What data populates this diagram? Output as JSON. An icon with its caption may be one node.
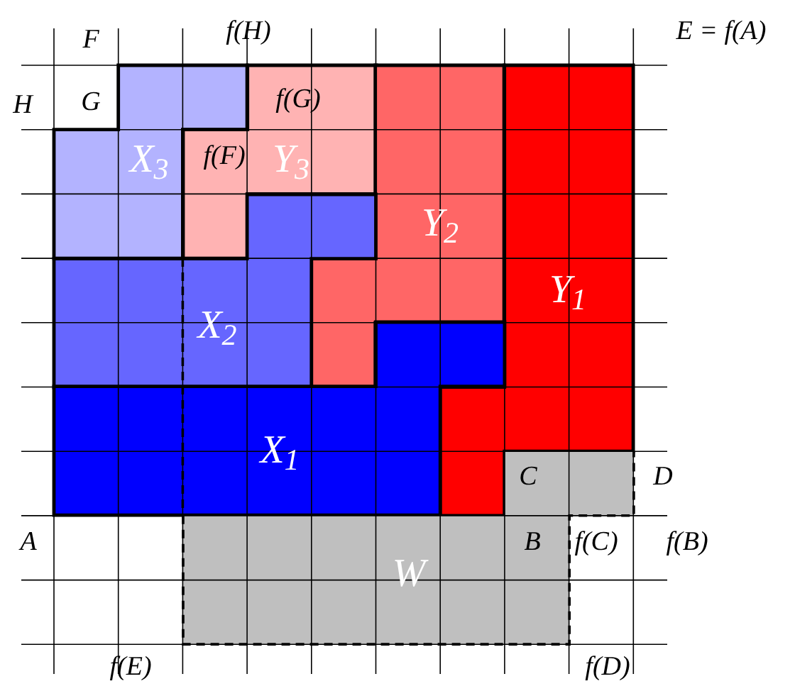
{
  "diagram": {
    "nodes": [
      {
        "text": [
          "X$_{3}$"
        ]
      },
      {
        "text": [
          "Y$_{3}$"
        ]
      },
      {
        "text": [
          "Y$_{2}$"
        ]
      },
      {
        "text": [
          "Y$_{1}$"
        ]
      },
      {
        "text": [
          "X$_{2}$"
        ]
      },
      {
        "text": [
          "X$_{1}$"
        ]
      },
      {
        "text": [
          "W"
        ]
      }
    ],
    "edges": [],
    "labels": [
      "F",
      "f(H)",
      "E = f(A)",
      "H",
      "G",
      "f(G)",
      "f(F)",
      "C",
      "D",
      "A",
      "B",
      "f(C)",
      "f(B)",
      "f(E)",
      "f(D)"
    ]
  }
}
